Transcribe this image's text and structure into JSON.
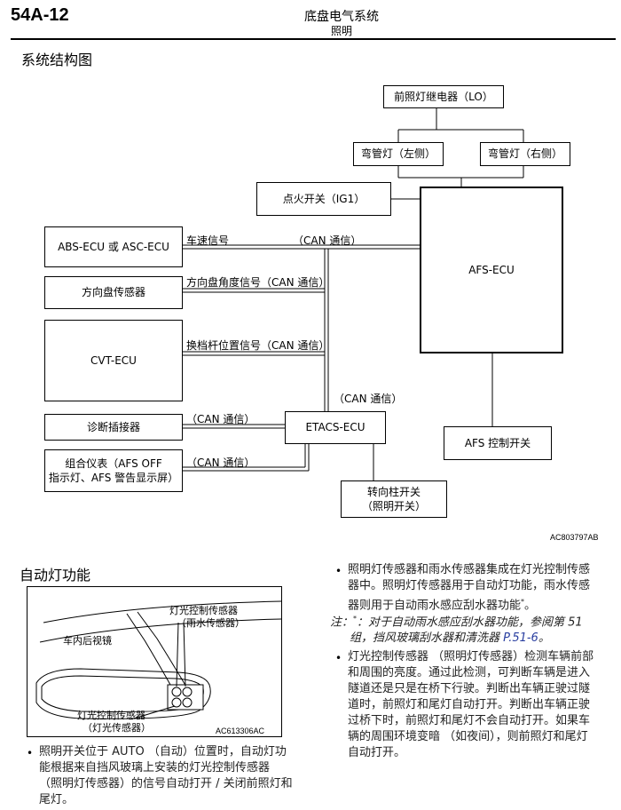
{
  "header": {
    "page_number": "54A-12",
    "title": "底盘电气系统",
    "subtitle": "照明"
  },
  "section_title": "系统结构图",
  "diagram": {
    "boxes": {
      "headlamp_relay": "前照灯继电器（LO）",
      "bend_left": "弯管灯（左侧）",
      "bend_right": "弯管灯（右侧）",
      "ignition": "点火开关（IG1）",
      "abs_ecu": "ABS-ECU 或 ASC-ECU",
      "steering_sensor": "方向盘传感器",
      "cvt_ecu": "CVT-ECU",
      "diag_connector": "诊断插接器",
      "combi_meter_line1": "组合仪表（AFS OFF",
      "combi_meter_line2": "指示灯、AFS 警告显示屏）",
      "etacs_ecu": "ETACS-ECU",
      "afs_ecu": "AFS-ECU",
      "afs_switch": "AFS 控制开关",
      "column_switch_line1": "转向柱开关",
      "column_switch_line2": "（照明开关）"
    },
    "labels": {
      "speed_signal": "车速信号",
      "can_1": "（CAN 通信）",
      "steer_angle": "方向盘角度信号（CAN 通信）",
      "shift_pos": "换档杆位置信号（CAN 通信）",
      "can_2": "（CAN 通信）",
      "can_3": "（CAN 通信）",
      "can_4": "（CAN 通信）"
    },
    "figure_code": "AC803797AB"
  },
  "auto_light": {
    "title": "自动灯功能",
    "illustration": {
      "label_sensor_top_1": "灯光控制传感器",
      "label_sensor_top_2": "（雨水传感器）",
      "label_mirror": "车内后视镜",
      "label_sensor_bottom_1": "灯光控制传感器",
      "label_sensor_bottom_2": "（灯光传感器）",
      "figure_code": "AC613306AC"
    },
    "left_bullet_lines": [
      "照明开关位于 AUTO （自动）位置时，自动灯功",
      "能根据来自挡风玻璃上安装的灯光控制传感器",
      "（照明灯传感器）的信号自动打开 / 关闭前照灯和",
      "尾灯。"
    ],
    "right_bullet1_lines": [
      "照明灯传感器和雨水传感器集成在灯光控制传感",
      "器中。照明灯传感器用于自动灯功能，雨水传感",
      "器则用于自动雨水感应刮水器功能"
    ],
    "right_bullet1_tail": "。",
    "asterisk": "*",
    "note_prefix": "注：",
    "note_line1": "：对于自动雨水感应刮水器功能，参阅第 51",
    "note_line2": "组，挡风玻璃刮水器和清洗器 ",
    "note_link": "P.51-6",
    "note_end": "。",
    "right_bullet2_lines": [
      "灯光控制传感器 （照明灯传感器）检测车辆前部",
      "和周围的亮度。通过此检测，可判断车辆是进入",
      "隧道还是只是在桥下行驶。判断出车辆正驶过隧",
      "道时，前照灯和尾灯自动打开。判断出车辆正驶",
      "过桥下时，前照灯和尾灯不会自动打开。如果车",
      "辆的周围环境变暗 （如夜间），则前照灯和尾灯",
      "自动打开。"
    ],
    "bullet_symbol": "•"
  }
}
